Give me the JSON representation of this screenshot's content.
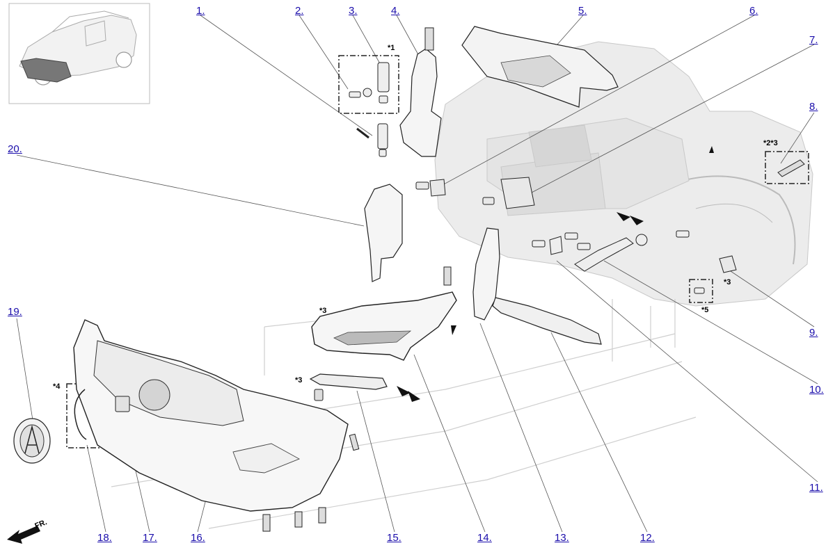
{
  "callouts": [
    {
      "id": "1",
      "label": "1."
    },
    {
      "id": "2",
      "label": "2."
    },
    {
      "id": "3",
      "label": "3."
    },
    {
      "id": "4",
      "label": "4."
    },
    {
      "id": "5",
      "label": "5."
    },
    {
      "id": "6",
      "label": "6."
    },
    {
      "id": "7",
      "label": "7."
    },
    {
      "id": "8",
      "label": "8."
    },
    {
      "id": "9",
      "label": "9."
    },
    {
      "id": "10",
      "label": "10."
    },
    {
      "id": "11",
      "label": "11."
    },
    {
      "id": "12",
      "label": "12."
    },
    {
      "id": "13",
      "label": "13."
    },
    {
      "id": "14",
      "label": "14."
    },
    {
      "id": "15",
      "label": "15."
    },
    {
      "id": "16",
      "label": "16."
    },
    {
      "id": "17",
      "label": "17."
    },
    {
      "id": "18",
      "label": "18."
    },
    {
      "id": "19",
      "label": "19."
    },
    {
      "id": "20",
      "label": "20."
    }
  ],
  "notes": {
    "n1": "*1",
    "n23": "*2*3",
    "n3_fender": "*3",
    "n5": "*5",
    "n3_headlight": "*3",
    "n3_bracket": "*3",
    "n4": "*4"
  },
  "direction_label": "FR."
}
